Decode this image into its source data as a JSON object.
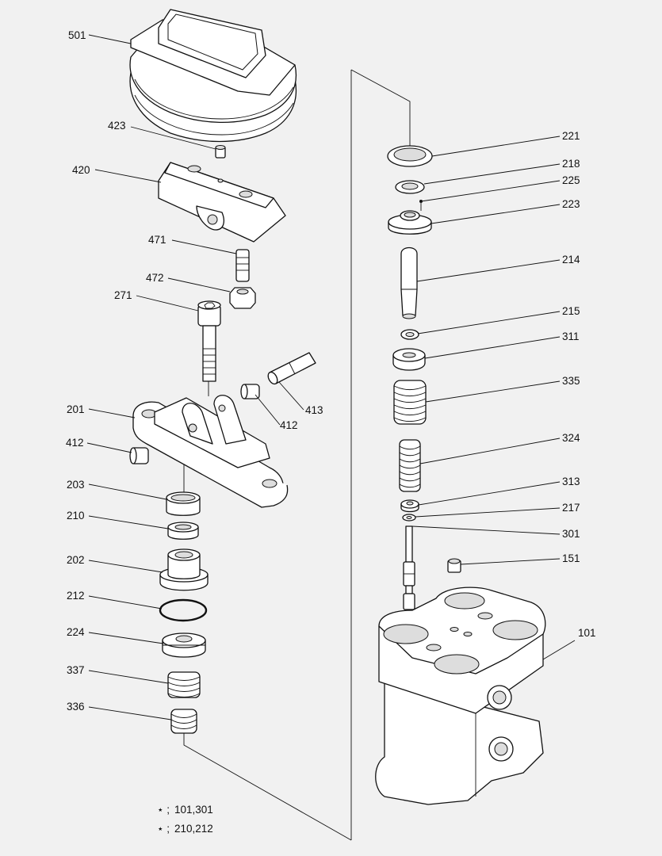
{
  "labels": {
    "p501": "501",
    "p423": "423",
    "p420": "420",
    "p471": "471",
    "p472": "472",
    "p271": "271",
    "p201": "201",
    "p412a": "412",
    "p412b": "412",
    "p413": "413",
    "p203": "203",
    "p210": "210",
    "p202": "202",
    "p212": "212",
    "p224": "224",
    "p337": "337",
    "p336": "336",
    "p221": "221",
    "p218": "218",
    "p225": "225",
    "p223": "223",
    "p214": "214",
    "p215": "215",
    "p311": "311",
    "p335": "335",
    "p324": "324",
    "p313": "313",
    "p217": "217",
    "p301": "301",
    "p151": "151",
    "p101": "101"
  },
  "notes": [
    {
      "marker": "⋆ ;",
      "parts": "101,301"
    },
    {
      "marker": "⋆ ;",
      "parts": "210,212"
    }
  ]
}
